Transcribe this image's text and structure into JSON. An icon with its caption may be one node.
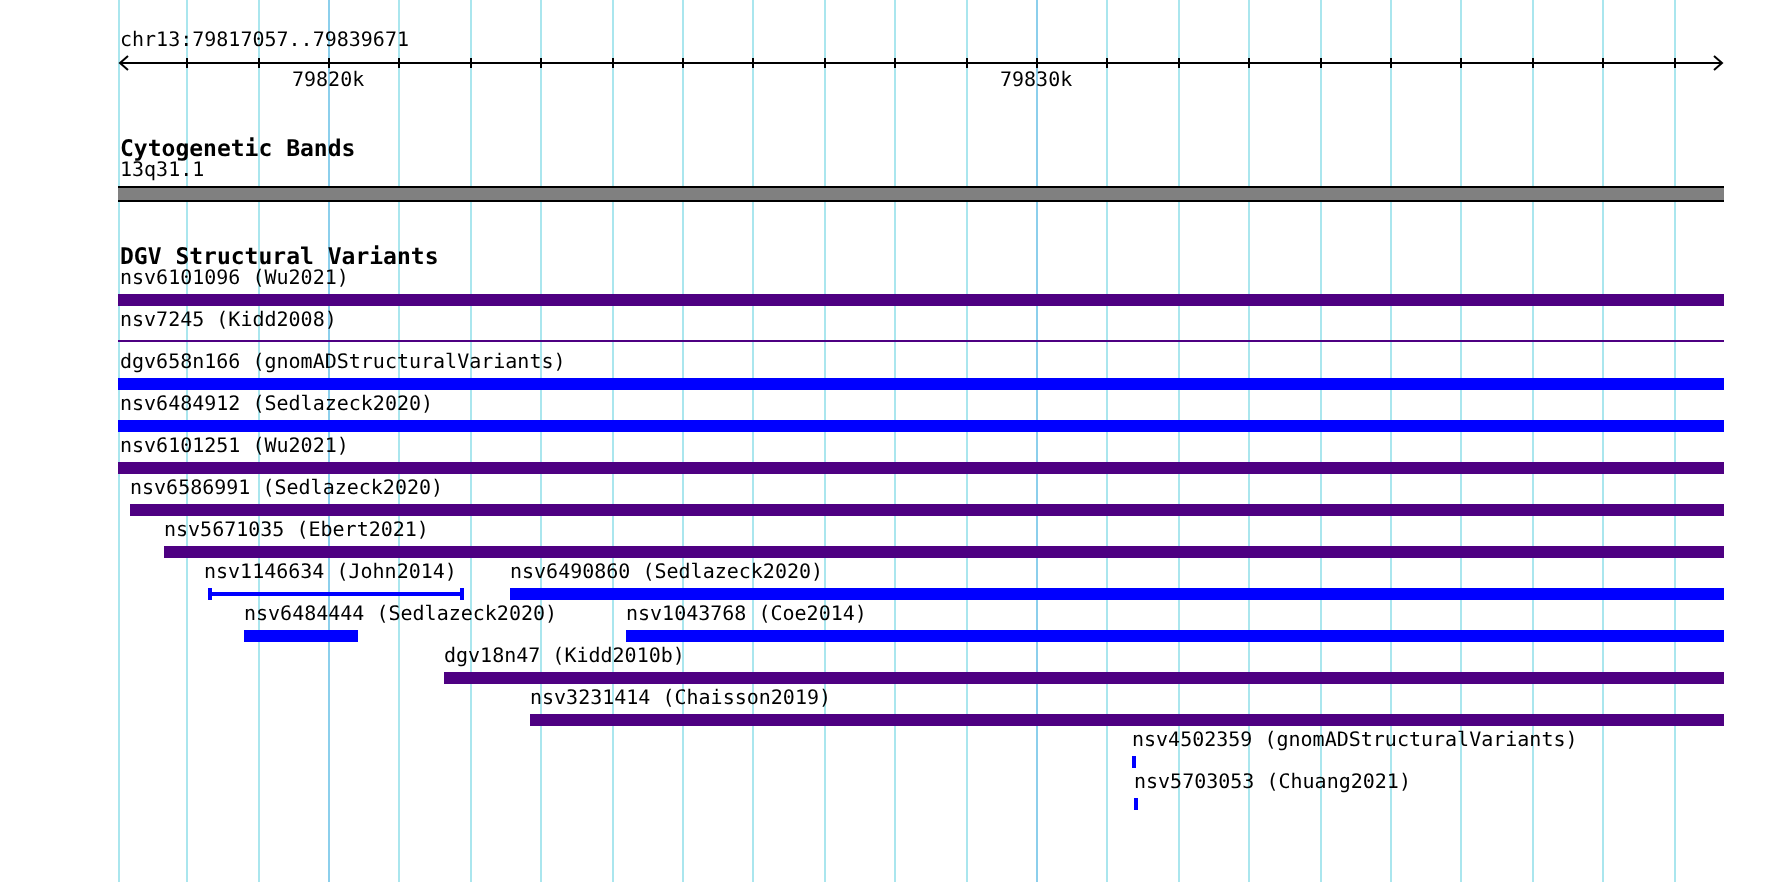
{
  "diagram": {
    "nodes": [
      {
        "text": [
          "13q31.1"
        ]
      },
      {
        "text": [
          "nsv6101096 (Wu2021)"
        ]
      },
      {
        "text": [
          "nsv7245 (Kidd2008)"
        ]
      },
      {
        "text": [
          "dgv658n166 (gnomADStructuralVariants)"
        ]
      },
      {
        "text": [
          "nsv6484912 (Sedlazeck2020)"
        ]
      },
      {
        "text": [
          "nsv6101251 (Wu2021)"
        ]
      },
      {
        "text": [
          "nsv6586991 (Sedlazeck2020)"
        ]
      },
      {
        "text": [
          "nsv5671035 (Ebert2021)"
        ]
      },
      {
        "text": [
          "nsv1146634 (John2014)"
        ]
      },
      {
        "text": [
          "nsv6490860 (Sedlazeck2020)"
        ]
      },
      {
        "text": [
          "nsv6484444 (Sedlazeck2020)"
        ]
      },
      {
        "text": [
          "nsv1043768 (Coe2014)"
        ]
      },
      {
        "text": [
          "dgv18n47 (Kidd2010b)"
        ]
      },
      {
        "text": [
          "nsv3231414 (Chaisson2019)"
        ]
      },
      {
        "text": [
          "nsv4502359 (gnomADStructuralVariants)"
        ]
      },
      {
        "text": [
          "nsv5703053 (Chuang2021)"
        ]
      }
    ],
    "labels": [
      "chr13:79817057..79839671",
      "79820k",
      "79830k",
      "Cytogenetic Bands",
      "DGV Structural Variants"
    ]
  }
}
